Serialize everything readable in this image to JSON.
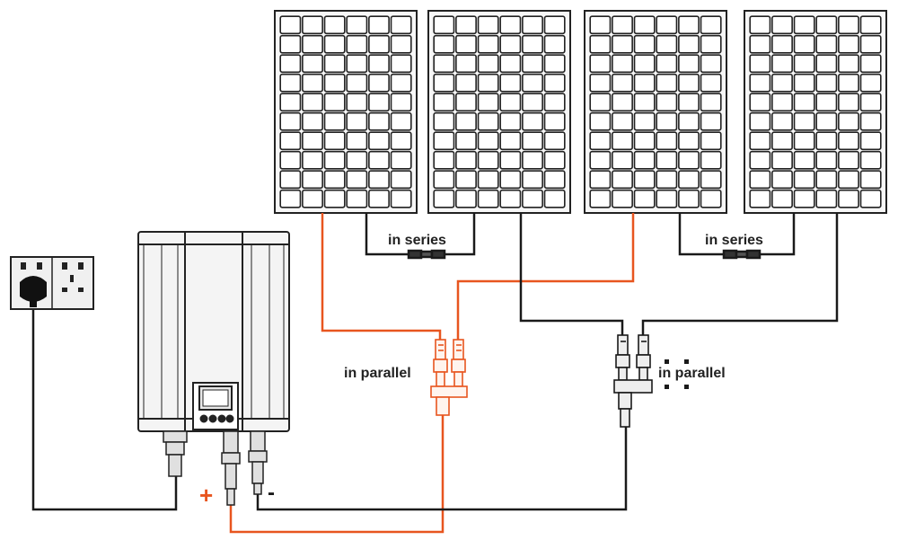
{
  "labels": {
    "series_left": "in series",
    "series_right": "in series",
    "parallel_left": "in parallel",
    "parallel_right": "in parallel",
    "plus": "+",
    "minus": "-"
  },
  "colors": {
    "positive_wire": "#e8551f",
    "negative_wire": "#1a1a1a",
    "outline": "#222222",
    "panel_fill": "#ffffff",
    "inverter_fill": "#f4f4f4"
  },
  "panels": {
    "count": 4,
    "cell_columns": 6,
    "cell_rows": 10
  },
  "icons": [
    "wall-socket-icon",
    "plug-icon",
    "inverter-icon",
    "display-icon",
    "mc4-branch-connector-icon"
  ]
}
